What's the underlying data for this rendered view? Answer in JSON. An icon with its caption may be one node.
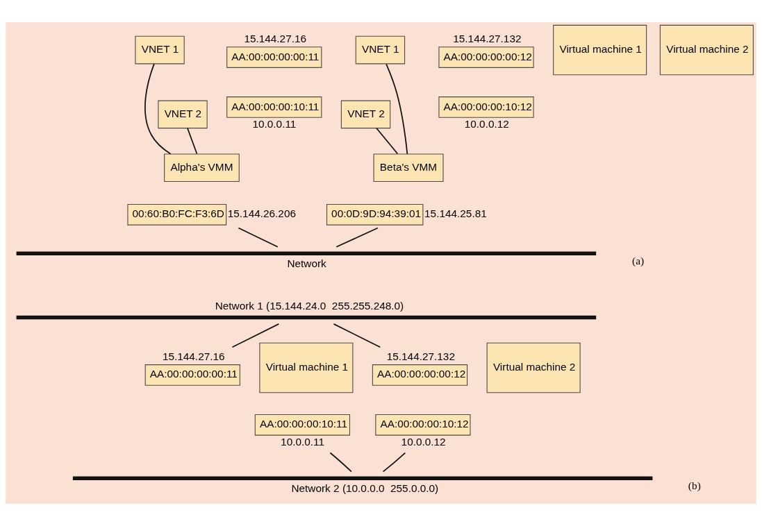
{
  "diagram": {
    "nodes": [
      {
        "text": [
          "VNET 1"
        ]
      },
      {
        "text": [
          "AA:00:00:00:00:11"
        ],
        "beside": [
          "15.144.27.16"
        ]
      },
      {
        "text": [
          "Virtual machine 1"
        ]
      },
      {
        "text": [
          "VNET 2"
        ]
      },
      {
        "text": [
          "AA:00:00:00:10:11"
        ],
        "beside": [
          "10.0.0.11"
        ]
      },
      {
        "text": [
          "VNET 1"
        ]
      },
      {
        "text": [
          "AA:00:00:00:00:12"
        ],
        "beside": [
          "15.144.27.132"
        ]
      },
      {
        "text": [
          "Virtual machine 2"
        ]
      },
      {
        "text": [
          "VNET 2"
        ]
      },
      {
        "text": [
          "AA:00:00:00:10:12"
        ],
        "beside": [
          "10.0.0.12"
        ]
      },
      {
        "text": [
          "Alpha's VMM"
        ]
      },
      {
        "text": [
          "00:60:B0:FC:F3:6D"
        ],
        "beside": [
          "15.144.26.206"
        ]
      },
      {
        "text": [
          "Beta's VMM"
        ]
      },
      {
        "text": [
          "00:0D:9D:94:39:01"
        ],
        "beside": [
          "15.144.25.81"
        ]
      },
      {
        "text": [
          "Network"
        ]
      },
      {
        "text": [
          "Network 1 (15.144.24.0  255.255.248.0)"
        ]
      },
      {
        "text": [
          "AA:00:00:00:00:11"
        ],
        "beside": [
          "15.144.27.16"
        ]
      },
      {
        "text": [
          "Virtual machine 1"
        ]
      },
      {
        "text": [
          "AA:00:00:00:10:11"
        ],
        "beside": [
          "10.0.0.11"
        ]
      },
      {
        "text": [
          "AA:00:00:00:00:12"
        ],
        "beside": [
          "15.144.27.132"
        ]
      },
      {
        "text": [
          "Virtual machine 2"
        ]
      },
      {
        "text": [
          "AA:00:00:00:10:12"
        ],
        "beside": [
          "10.0.0.12"
        ]
      },
      {
        "text": [
          "Network 2 (10.0.0.0  255.0.0.0)"
        ]
      }
    ],
    "edges": [
      {
        "from": 0,
        "to": 10,
        "arrow": "none"
      },
      {
        "from": 3,
        "to": 10,
        "arrow": "none"
      },
      {
        "from": 5,
        "to": 12,
        "arrow": "none"
      },
      {
        "from": 8,
        "to": 12,
        "arrow": "none"
      },
      {
        "from": 11,
        "to": 14,
        "arrow": "none"
      },
      {
        "from": 13,
        "to": 14,
        "arrow": "none"
      },
      {
        "from": 15,
        "to": 16,
        "arrow": "none"
      },
      {
        "from": 15,
        "to": 19,
        "arrow": "none"
      },
      {
        "from": 18,
        "to": 22,
        "arrow": "none"
      },
      {
        "from": 21,
        "to": 22,
        "arrow": "none"
      }
    ],
    "labels": [
      "(a)",
      "(b)"
    ]
  }
}
